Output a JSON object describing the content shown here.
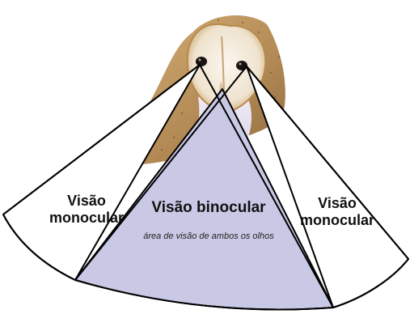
{
  "labels": {
    "left_monocular": [
      "Visão",
      "monocular"
    ],
    "binocular_title": "Visão binocular",
    "binocular_subtitle": "área de visão de ambos os olhos",
    "right_monocular": [
      "Visão",
      "monocular"
    ]
  },
  "colors": {
    "binocular_fill": "#c9c9e6",
    "monocular_fill": "#ffffff",
    "outline": "#000000",
    "owl_face": "#f4ece0",
    "owl_plumage": "#c9a165",
    "owl_eye": "#1a1210"
  },
  "icons": {
    "owl": "barn-owl-illustration"
  }
}
